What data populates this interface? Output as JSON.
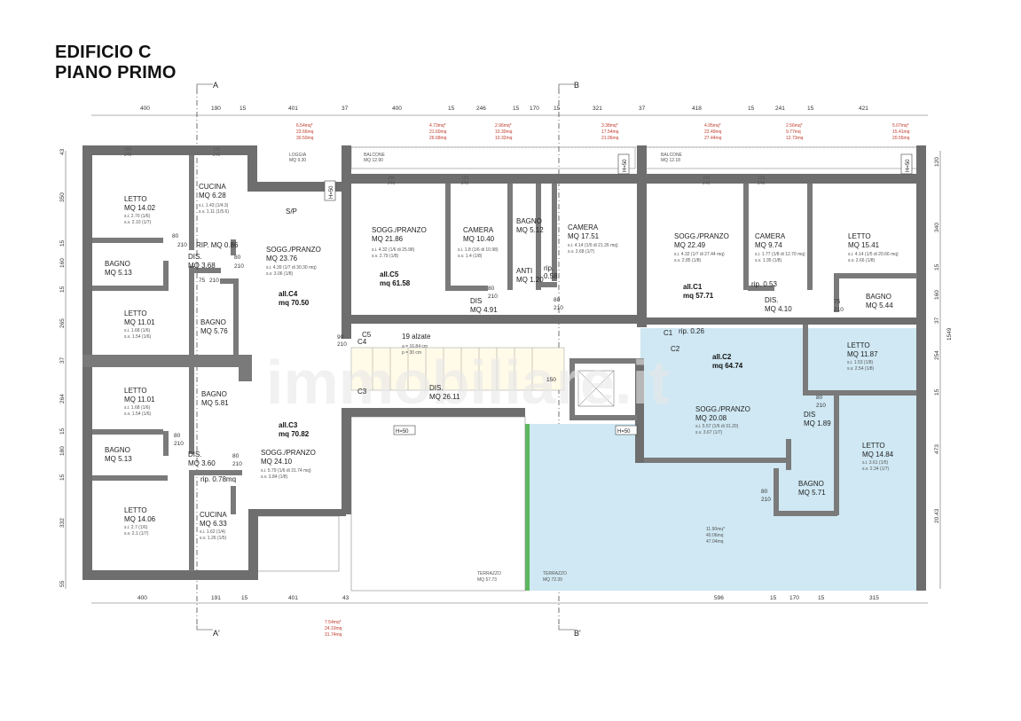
{
  "header": {
    "title_line1": "EDIFICIO C",
    "title_line2": "PIANO PRIMO"
  },
  "colors": {
    "wall": "#6e6e6e",
    "highlight": "#cfe8f3",
    "greenery": "#5cb85c",
    "red": "#c0392b"
  },
  "watermark": "immobiliare.it",
  "axes": [
    "A",
    "A'",
    "B",
    "B'"
  ],
  "rooms": [
    {
      "n": "LETTO",
      "mq": "MQ 14.02",
      "a": "s.i. 2.70 (1/6)",
      "b": "s.v. 2.10 (1/7)"
    },
    {
      "n": "CUCINA",
      "mq": "MQ 6.28",
      "a": "s.i. 1.43 (1/4.3)",
      "b": "s.v. 1.11 (1/5.6)"
    },
    {
      "n": "RIP. MQ 0.86"
    },
    {
      "n": "S/P"
    },
    {
      "n": "SOGG./PRANZO",
      "mq": "MQ 23.76",
      "a": "s.i. 4.39 (1/7 di 30.30 mq)",
      "b": "s.v. 3.06 (1/8)"
    },
    {
      "n": "BAGNO",
      "mq": "MQ 5.13"
    },
    {
      "n": "DIS.",
      "mq": "MQ 3.68"
    },
    {
      "n": "LETTO",
      "mq": "MQ 11.01",
      "a": "s.i. 1.68 (1/6)",
      "b": "s.v. 1.54 (1/6)"
    },
    {
      "n": "BAGNO",
      "mq": "MQ 5.76"
    },
    {
      "n": "LETTO",
      "mq": "MQ 11.01",
      "a": "s.i. 1.68 (1/6)",
      "b": "s.v. 1.54 (1/6)"
    },
    {
      "n": "BAGNO",
      "mq": "MQ 5.81"
    },
    {
      "n": "BAGNO",
      "mq": "MQ 5.13"
    },
    {
      "n": "DIS.",
      "mq": "MQ 3.60"
    },
    {
      "n": "rip. 0.78mq"
    },
    {
      "n": "SOGG./PRANZO",
      "mq": "MQ 24.10",
      "a": "s.i. 5.79 (1/6 di 31.74 mq)",
      "b": "s.v. 3.84 (1/8)"
    },
    {
      "n": "LETTO",
      "mq": "MQ 14.06",
      "a": "s.i. 2.7 (1/6)",
      "b": "s.v. 2.1 (1/7)"
    },
    {
      "n": "CUCINA",
      "mq": "MQ 6.33",
      "a": "s.i. 1.62 (1/4)",
      "b": "s.v. 1.26 (1/5)"
    },
    {
      "n": "LOGGIA",
      "mq": "MQ 9.30"
    },
    {
      "n": "BALCONE",
      "mq": "MQ 12.90"
    },
    {
      "n": "SOGG./PRANZO",
      "mq": "MQ 21.86",
      "a": "s.i. 4.32 (1/6 di 25.98)",
      "b": "s.v. 2.79 (1/8)"
    },
    {
      "n": "CAMERA",
      "mq": "MQ 10.40",
      "a": "s.i. 1.8 (1/6 di 10.98)",
      "b": "s.v. 1.4 (1/8)"
    },
    {
      "n": "BAGNO",
      "mq": "MQ 5.12"
    },
    {
      "n": "ANTI",
      "mq": "MQ 1.20"
    },
    {
      "n": "rip.",
      "mq": "0.58"
    },
    {
      "n": "CAMERA",
      "mq": "MQ 17.51",
      "a": "s.i. 4.14 (1/5 di 21.26 mq)",
      "b": "s.v. 2.68 (1/7)"
    },
    {
      "n": "DIS",
      "mq": "MQ 4.91"
    },
    {
      "n": "BALCONE",
      "mq": "MQ 12.18"
    },
    {
      "n": "SOGG./PRANZO",
      "mq": "MQ 22.49",
      "a": "s.i. 4.32 (1/7 di 27.44 mq)",
      "b": "s.v. 2.85 (1/8)"
    },
    {
      "n": "CAMERA",
      "mq": "MQ 9.74",
      "a": "s.i. 1.77 (1/8 di 12.70 mq)",
      "b": "s.v. 1.35 (1/8)"
    },
    {
      "n": "LETTO",
      "mq": "MQ 15.41",
      "a": "s.i. 4.14 (1/5 di 20.66 mq)",
      "b": "s.v. 2.66 (1/8)"
    },
    {
      "n": "rip. 0.53"
    },
    {
      "n": "DIS.",
      "mq": "MQ 4.10"
    },
    {
      "n": "BAGNO",
      "mq": "MQ 5.44"
    },
    {
      "n": "rip. 0.26"
    },
    {
      "n": "LETTO",
      "mq": "MQ 11.87",
      "a": "s.i. 1.53 (1/8)",
      "b": "s.v. 2.54 (1/8)"
    },
    {
      "n": "DIS.",
      "mq": "MQ 26.11"
    },
    {
      "n": "SOGG./PRANZO",
      "mq": "MQ 20.08",
      "a": "s.i. 5.57 (1/6 di 31.20)",
      "b": "s.v. 3.67 (1/7)"
    },
    {
      "n": "DIS",
      "mq": "MQ 1.89"
    },
    {
      "n": "LETTO",
      "mq": "MQ 14.84",
      "a": "s.i. 3.61 (1/5)",
      "b": "s.v. 2.34 (1/7)"
    },
    {
      "n": "BAGNO",
      "mq": "MQ 5.71"
    },
    {
      "n": "TERRAZZO",
      "mq": "MQ 57.73"
    },
    {
      "n": "TERRAZZO",
      "mq": "MQ 72.39"
    }
  ],
  "units": [
    {
      "l1": "all.C4",
      "l2": "mq 70.50"
    },
    {
      "l1": "all.C3",
      "l2": "mq 70.82"
    },
    {
      "l1": "all.C5",
      "l2": "mq 61.58"
    },
    {
      "l1": "all.C1",
      "l2": "mq 57.71"
    },
    {
      "l1": "all.C2",
      "l2": "mq 64.74"
    }
  ],
  "stair": {
    "alzate": "19 alzate",
    "a": "a = 16.84 cm",
    "p": "p = 30 cm"
  },
  "codes": [
    "C1",
    "C2",
    "C3",
    "C4",
    "C5"
  ],
  "hlabels": [
    "H=50",
    "H=50",
    "H=50",
    "H=50",
    "H=50"
  ],
  "dims_top": [
    "400",
    "190",
    "15",
    "401",
    "37",
    "400",
    "15",
    "246",
    "15",
    "170",
    "15",
    "321",
    "37",
    "418",
    "15",
    "241",
    "15",
    "421"
  ],
  "dims_bottom": [
    "400",
    "191",
    "15",
    "401",
    "43",
    "596",
    "15",
    "170",
    "15",
    "315"
  ],
  "dims_left": [
    "43",
    "350",
    "15",
    "160",
    "15",
    "265",
    "37",
    "264",
    "15",
    "180",
    "15",
    "332",
    "55"
  ],
  "dims_right": [
    "120",
    "340",
    "15",
    "160",
    "37",
    "254",
    "15",
    "473",
    "20.43",
    "1549"
  ],
  "red_top": [
    [
      "6.54mq*",
      "23.66mq",
      "30.50mq"
    ],
    [
      "4.73mq*",
      "21.60mq",
      "26.68mq"
    ],
    [
      "2.96mq*",
      "10.30mq",
      "10.32mq"
    ],
    [
      "3.38mq*",
      "17.54mq",
      "21.06mq"
    ],
    [
      "4.95mq*",
      "22.49mq",
      "27.44mq"
    ],
    [
      "2.56mq*",
      "9.77mq",
      "12.73mq"
    ],
    [
      "5.07mq*",
      "15.41mq",
      "20.55mq"
    ]
  ],
  "red_bottom": [
    "7.54mq*",
    "24.10mq",
    "31.74mq"
  ],
  "blue_note": [
    "11.90mq*",
    "40.06mq",
    "47.04mq"
  ],
  "door_dims": [
    "80",
    "210",
    "75",
    "210",
    "90",
    "210",
    "70",
    "210",
    "60",
    "210",
    "150"
  ],
  "window_dims": [
    "150",
    "240",
    "130",
    "240",
    "290",
    "240",
    "120",
    "240",
    "230",
    "240",
    "120",
    "240"
  ]
}
